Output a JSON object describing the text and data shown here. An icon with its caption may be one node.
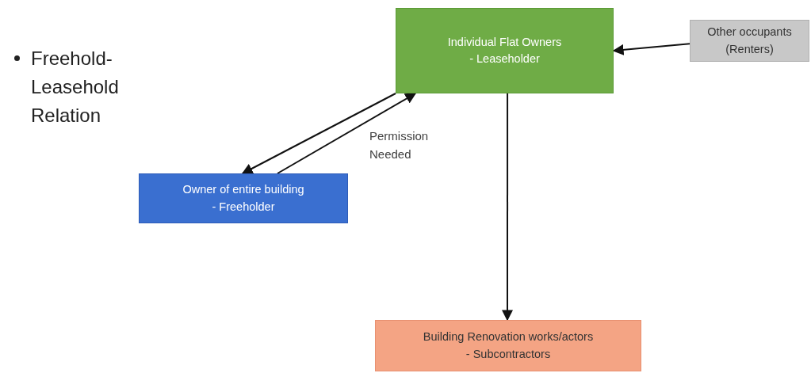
{
  "diagram": {
    "nodes": [
      {
        "text": [
          "Individual Flat Owners",
          "- Leaseholder"
        ]
      },
      {
        "text": [
          "Other occupants",
          "(Renters)"
        ]
      },
      {
        "text": [
          "Owner of entire building",
          "- Freeholder"
        ]
      },
      {
        "text": [
          "Building Renovation works/actors",
          "- Subcontractors"
        ]
      }
    ],
    "edges": [
      {
        "from": 0,
        "to": 2,
        "arrow": "to"
      },
      {
        "from": 2,
        "to": 0,
        "arrow": "to",
        "label": "Permission Needed"
      },
      {
        "from": 1,
        "to": 0,
        "arrow": "to"
      },
      {
        "from": 0,
        "to": 3,
        "arrow": "to"
      }
    ],
    "labels": [
      "Freehold-Leasehold Relation"
    ]
  }
}
